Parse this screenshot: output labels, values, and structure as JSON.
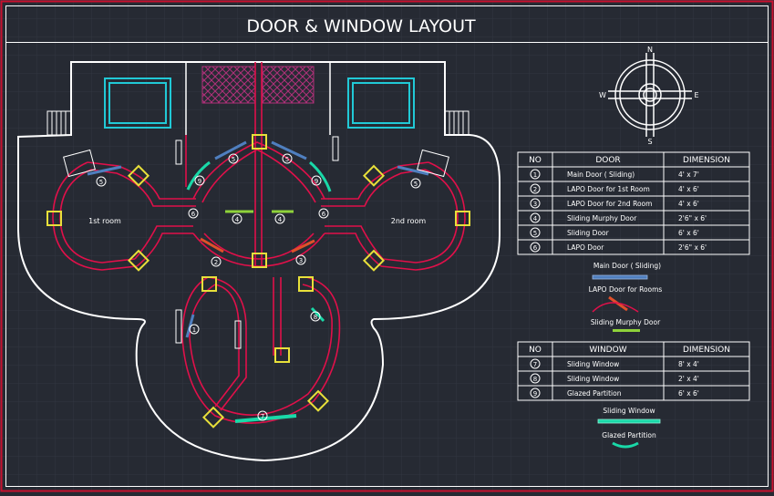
{
  "title": "DOOR & WINDOW LAYOUT",
  "rooms": {
    "room1": "1st room",
    "room2": "2nd room"
  },
  "compass": {
    "n": "N",
    "s": "S",
    "e": "E",
    "w": "W"
  },
  "door_table": {
    "headers": [
      "NO",
      "DOOR",
      "DIMENSION"
    ],
    "rows": [
      {
        "no": "1",
        "name": "Main Door ( Sliding)",
        "dim": "4' x 7'"
      },
      {
        "no": "2",
        "name": "LAPO Door for 1st Room",
        "dim": "4' x 6'"
      },
      {
        "no": "3",
        "name": "LAPO Door for 2nd Room",
        "dim": "4' x 6'"
      },
      {
        "no": "4",
        "name": "Sliding Murphy Door",
        "dim": "2'6\" x 6'"
      },
      {
        "no": "5",
        "name": "Sliding Door",
        "dim": "6' x 6'"
      },
      {
        "no": "6",
        "name": "LAPO Door",
        "dim": "2'6\" x 6'"
      }
    ]
  },
  "door_legend": {
    "main": "Main Door ( Sliding)",
    "lapo": "LAPO Door for Rooms",
    "murphy": "Sliding Murphy Door"
  },
  "window_table": {
    "headers": [
      "NO",
      "WINDOW",
      "DIMENSION"
    ],
    "rows": [
      {
        "no": "7",
        "name": "Sliding Window",
        "dim": "8' x 4'"
      },
      {
        "no": "8",
        "name": "Sliding Window",
        "dim": "2' x 4'"
      },
      {
        "no": "9",
        "name": "Glazed Partition",
        "dim": "6' x 6'"
      }
    ]
  },
  "window_legend": {
    "sliding": "Sliding Window",
    "glazed": "Glazed Partition"
  },
  "plan_tags": {
    "t1": "1",
    "t2": "2",
    "t3": "3",
    "t4a": "4",
    "t4b": "4",
    "t5a": "5",
    "t5b": "5",
    "t5c": "5",
    "t5d": "5",
    "t6a": "6",
    "t6b": "6",
    "t7": "7",
    "t8": "8",
    "t9a": "9",
    "t9b": "9"
  },
  "colors": {
    "background": "#262a33",
    "frame_red": "#c8102e",
    "wall_red": "#e0104a",
    "outline_white": "#ffffff",
    "door_blue": "#4f7fbf",
    "window_cyan": "#19d9a8",
    "pool_cyan": "#21c9d6",
    "column_yellow": "#e8e03a",
    "murphy_green": "#8fd23a",
    "hatch_magenta": "#b0307a"
  }
}
